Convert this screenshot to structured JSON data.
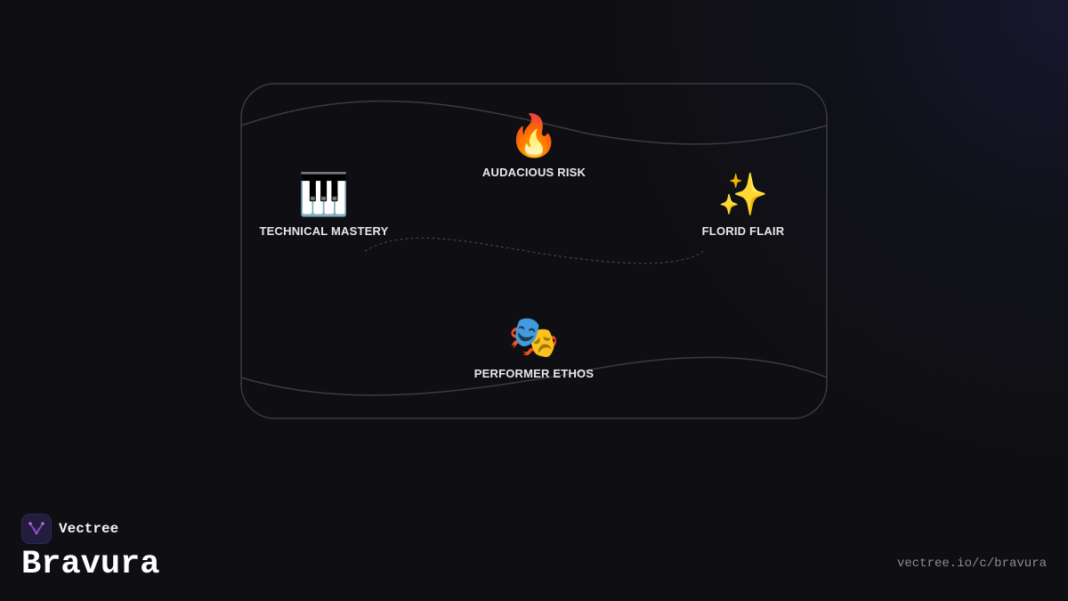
{
  "diagram": {
    "concepts": [
      {
        "icon": "fire-icon",
        "emoji": "🔥",
        "label": "AUDACIOUS RISK"
      },
      {
        "icon": "piano-keys-icon",
        "emoji": "🎹",
        "label": "TECHNICAL MASTERY"
      },
      {
        "icon": "sparkles-icon",
        "emoji": "✨",
        "label": "FLORID FLAIR"
      },
      {
        "icon": "performing-arts-masks-icon",
        "emoji": "🎭",
        "label": "PERFORMER ETHOS"
      }
    ]
  },
  "brand": {
    "name": "Vectree",
    "logo_icon": "vectree-logo-icon",
    "logo_color": "#a24fd6"
  },
  "page": {
    "title": "Bravura",
    "url": "vectree.io/c/bravura"
  },
  "colors": {
    "background": "#0f0f13",
    "frame_stroke": "#3a3a40",
    "label_text": "#e8e8ec",
    "url_text": "#8a8a92"
  }
}
